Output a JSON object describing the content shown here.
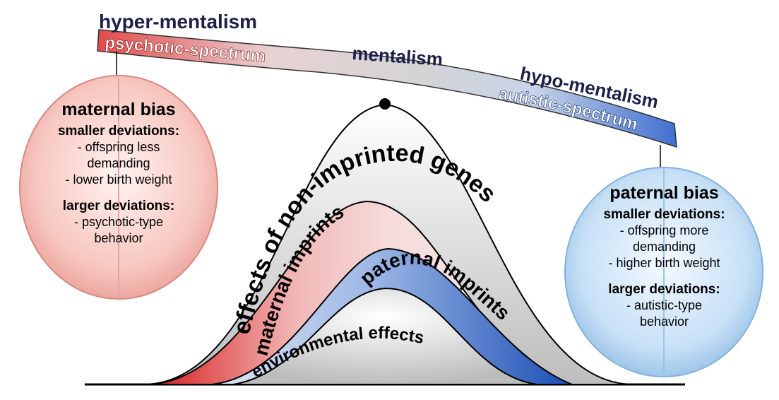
{
  "seesaw": {
    "left_top": "hyper-mentalism",
    "left_band": "psychotic-spectrum",
    "center": "mentalism",
    "right_top": "hypo-mentalism",
    "right_band": "autistic-spectrum"
  },
  "left_brain": {
    "bias": "maternal bias",
    "smaller_heading": "smaller deviations:",
    "smaller_items": [
      "- offspring less",
      "demanding",
      "- lower birth weight"
    ],
    "larger_heading": "larger deviations:",
    "larger_items": [
      "- psychotic-type",
      "behavior"
    ]
  },
  "right_brain": {
    "bias": "paternal bias",
    "smaller_heading": "smaller deviations:",
    "smaller_items": [
      "- offspring more",
      "demanding",
      "- higher birth weight"
    ],
    "larger_heading": "larger deviations:",
    "larger_items": [
      "- autistic-type",
      "behavior"
    ]
  },
  "curves": {
    "outer": "effects of non-imprinted genes",
    "maternal": "maternal imprints",
    "paternal": "paternal imprints",
    "inner": "environmental effects"
  },
  "colors": {
    "maternal": "#e23c3c",
    "paternal": "#2f6fc8",
    "neutral": "#c8c8c8",
    "maternal_brain": "#f4b3ad",
    "paternal_brain": "#b7d6f2"
  }
}
